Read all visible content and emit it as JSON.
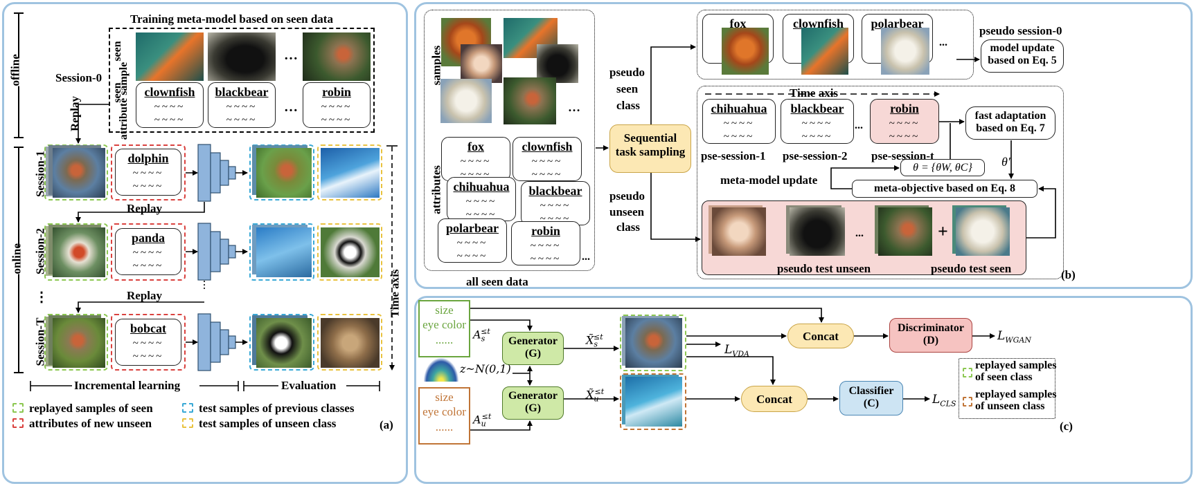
{
  "panel_a": {
    "top_title": "Training meta-model based on seen data",
    "offline": "offline",
    "online": "online",
    "session0": "Session-0",
    "seen_sample": "seen\nattribute sample",
    "seen_sample_l1": "seen",
    "seen_sample_l2": "attribute sample",
    "seen_label": "seen",
    "attr_label": "attribute sample",
    "seen_classes": [
      "clownfish",
      "blackbear",
      "robin"
    ],
    "ellipsis": "…",
    "replay": "Replay",
    "sessions": [
      {
        "label": "Session-1",
        "attr": "dolphin"
      },
      {
        "label": "Session-2",
        "attr": "panda"
      },
      {
        "label": "Session-T",
        "attr": "bobcat"
      }
    ],
    "vdots": "⋮",
    "time_axis": "Time axis",
    "incremental": "Incremental learning",
    "evaluation": "Evaluation",
    "legend": {
      "green": "replayed samples of seen",
      "red": "attributes of new unseen",
      "blue": "test samples of previous classes",
      "yellow": "test samples of unseen class"
    },
    "tag": "(a)"
  },
  "panel_b": {
    "samples": "samples",
    "attributes": "attributes",
    "all_seen": "all seen data",
    "attr_names": [
      "fox",
      "clownfish",
      "chihuahua",
      "blackbear",
      "polarbear",
      "robin"
    ],
    "pseudo_seen": [
      "pseudo",
      "seen",
      "class"
    ],
    "pseudo_unseen": [
      "pseudo",
      "unseen",
      "class"
    ],
    "sts": [
      "Sequential",
      "task sampling"
    ],
    "top_cards": [
      "fox",
      "clownfish",
      "polarbear"
    ],
    "pseudo_session0": "pseudo session-0",
    "model_update": [
      "model update",
      "based on Eq. 5"
    ],
    "time_axis": "Time axis",
    "pse_cards": [
      "chihuahua",
      "blackbear",
      "robin"
    ],
    "pse_labels": [
      "pse-session-1",
      "pse-session-2",
      "pse-session-t"
    ],
    "fast_adapt": [
      "fast adaptation",
      "based on Eq. 7"
    ],
    "theta_prime": "θ′",
    "theta": "θ = {θ",
    "theta_full": "θ = {θW, θC}",
    "meta_update": "meta-model update",
    "meta_obj": "meta-objective based on Eq. 8",
    "pseudo_test_unseen": "pseudo test unseen",
    "pseudo_test_seen": "pseudo test seen",
    "plus": "+",
    "tag": "(b)"
  },
  "panel_c": {
    "attr_top": [
      "size",
      "eye color",
      "......"
    ],
    "attr_bot": [
      "size",
      "eye color",
      "......"
    ],
    "a_s": "A",
    "generator": [
      "Generator",
      "(G)"
    ],
    "noise": "z~N(0,1)",
    "xs": "X̃",
    "xu": "X̃",
    "l_vda": "VDA",
    "concat": "Concat",
    "discriminator": [
      "Discriminator",
      "(D)"
    ],
    "l_wgan": "WGAN",
    "classifier": [
      "Classifier",
      "(C)"
    ],
    "l_cls": "CLS",
    "L": "L",
    "sup": "≤t",
    "sub_s": "s",
    "sub_u": "u",
    "legend": {
      "green": [
        "replayed samples",
        "of seen class"
      ],
      "brown": [
        "replayed samples",
        "of unseen class"
      ]
    },
    "tag": "(c)"
  },
  "colors": {
    "panel_border": "#9fc3e0",
    "green_dash": "#8cc751",
    "red_dash": "#d9413e",
    "blue_dash": "#3aa9d6",
    "yellow_dash": "#e9c23f",
    "brown_dash": "#c07436",
    "net_blue": "#8fb4dc",
    "concat_fill": "#fce8b4",
    "gen_fill": "#cfe9a7",
    "disc_fill": "#f6c3c1",
    "cls_fill": "#cde4f3",
    "pink_region": "#f7d8d6"
  }
}
